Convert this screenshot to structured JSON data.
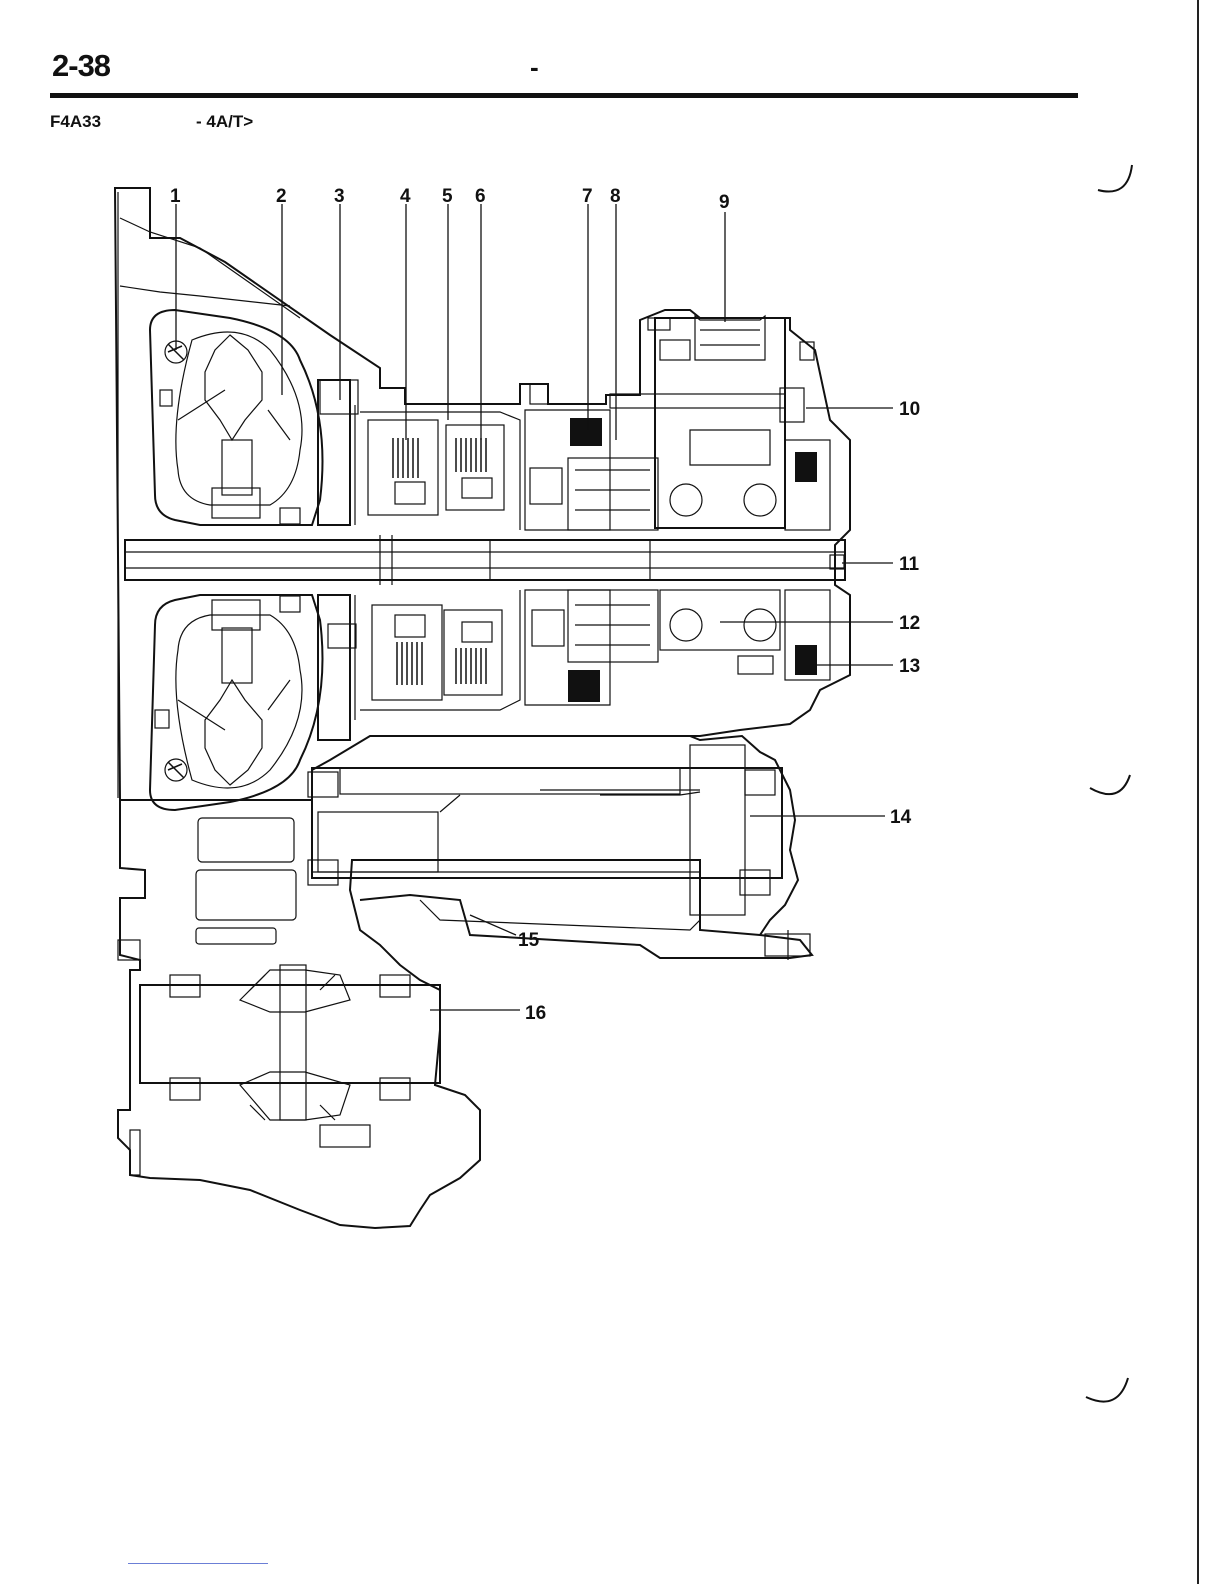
{
  "header": {
    "page_number": "2-38",
    "dash": "-",
    "model_code": "F4A33",
    "model_sub": "- 4A/T>"
  },
  "diagram": {
    "callouts": [
      "1",
      "2",
      "3",
      "4",
      "5",
      "6",
      "7",
      "8",
      "9",
      "10",
      "11",
      "12",
      "13",
      "14",
      "15",
      "16"
    ]
  }
}
